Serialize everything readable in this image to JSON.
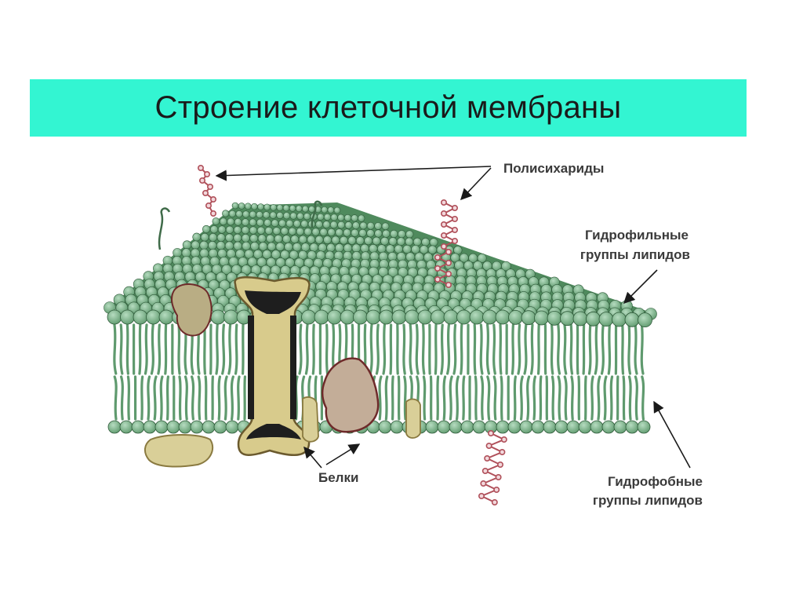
{
  "title": "Строение клеточной мембраны",
  "labels": {
    "polysaccharides": "Полисихариды",
    "hydrophilic_line1": "Гидрофильные",
    "hydrophilic_line2": "группы липидов",
    "proteins": "Белки",
    "hydrophobic_line1": "Гидрофобные",
    "hydrophobic_line2": "группы липидов"
  },
  "colors": {
    "title_background": "#33f5d2",
    "lipid_head": "#7fb38c",
    "lipid_tail": "#5f9a6e",
    "protein": "#d9cf98",
    "protein_outline": "#6e2a2a",
    "polysaccharide": "#b0505a"
  }
}
